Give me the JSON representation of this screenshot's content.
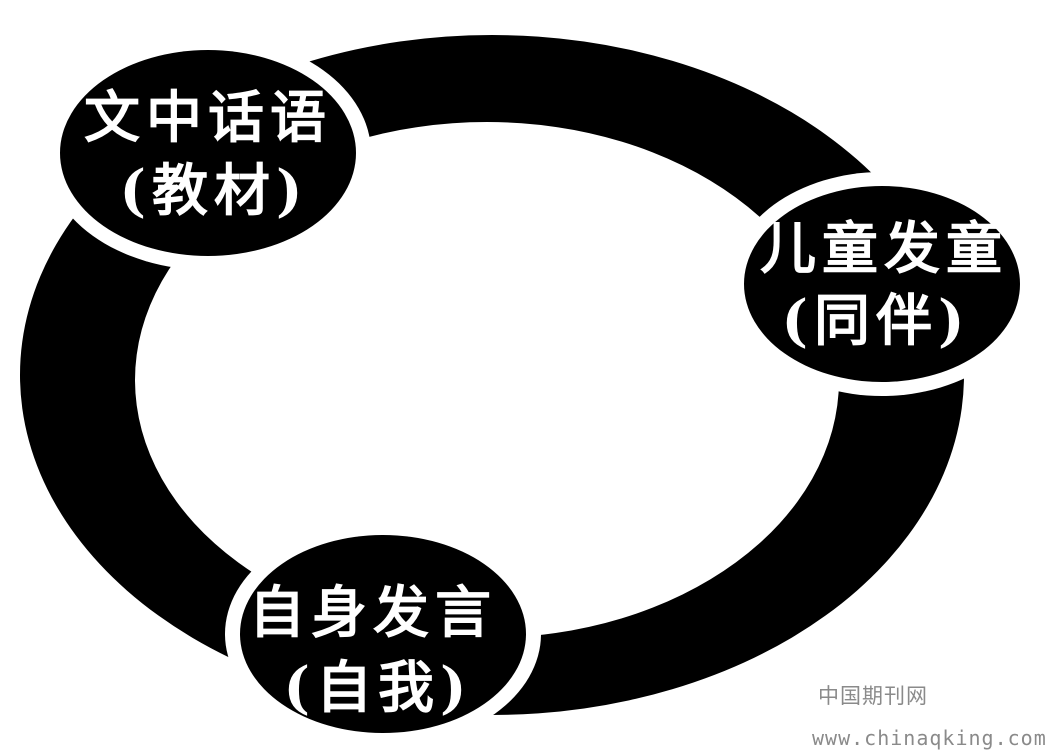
{
  "diagram": {
    "nodes": [
      {
        "id": "text",
        "line1": "文中话语",
        "line2": "(教材)"
      },
      {
        "id": "peer",
        "line1": "儿童发童",
        "line2": "(同伴)"
      },
      {
        "id": "self",
        "line1": "自身发言",
        "line2": "(自我)"
      }
    ],
    "colors": {
      "ring": "#000000",
      "node_fill": "#000000",
      "node_text": "#ffffff",
      "background": "#ffffff",
      "watermark": "#8a8a8a"
    }
  },
  "watermark": {
    "site_name": "中国期刊网",
    "url": "www.chinaqking.com"
  }
}
